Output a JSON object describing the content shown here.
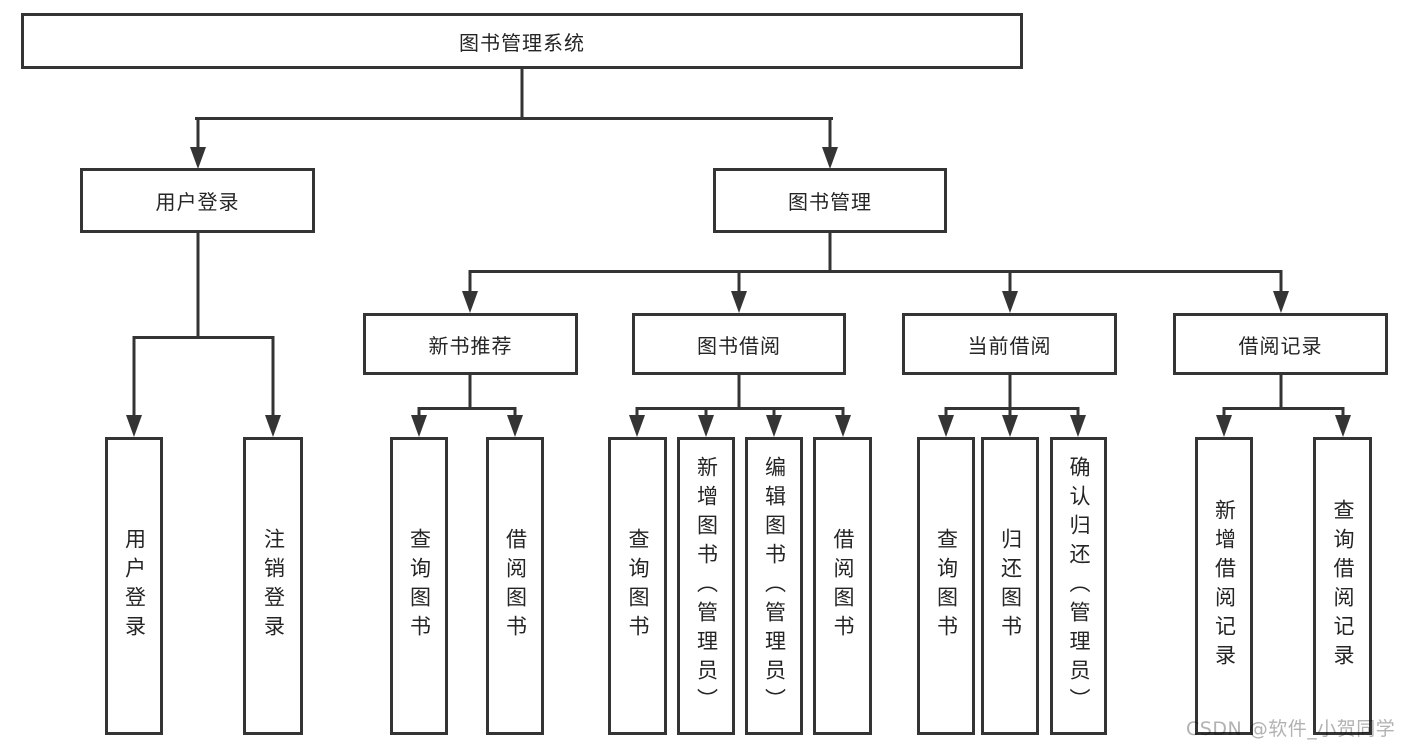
{
  "diagram": {
    "root": {
      "label": "图书管理系统"
    },
    "level2": [
      {
        "label": "用户登录"
      },
      {
        "label": "图书管理"
      }
    ],
    "level3": [
      {
        "label": "新书推荐",
        "parent": "图书管理"
      },
      {
        "label": "图书借阅",
        "parent": "图书管理"
      },
      {
        "label": "当前借阅",
        "parent": "图书管理"
      },
      {
        "label": "借阅记录",
        "parent": "图书管理"
      }
    ],
    "leaves": [
      {
        "label": "用户登录",
        "parent": "用户登录"
      },
      {
        "label": "注销登录",
        "parent": "用户登录"
      },
      {
        "label": "查询图书",
        "parent": "新书推荐"
      },
      {
        "label": "借阅图书",
        "parent": "新书推荐"
      },
      {
        "label": "查询图书",
        "parent": "图书借阅"
      },
      {
        "label": "新增图书（管理员）",
        "parent": "图书借阅"
      },
      {
        "label": "编辑图书（管理员）",
        "parent": "图书借阅"
      },
      {
        "label": "借阅图书",
        "parent": "图书借阅"
      },
      {
        "label": "查询图书",
        "parent": "当前借阅"
      },
      {
        "label": "归还图书",
        "parent": "当前借阅"
      },
      {
        "label": "确认归还（管理员）",
        "parent": "当前借阅"
      },
      {
        "label": "新增借阅记录",
        "parent": "借阅记录"
      },
      {
        "label": "查询借阅记录",
        "parent": "借阅记录"
      }
    ]
  },
  "watermark": {
    "text": "CSDN @软件_小贺同学"
  },
  "colors": {
    "line": "#343434",
    "box_border": "#343434",
    "text": "#252525",
    "background": "#ffffff",
    "watermark": "#b2b2b2"
  }
}
